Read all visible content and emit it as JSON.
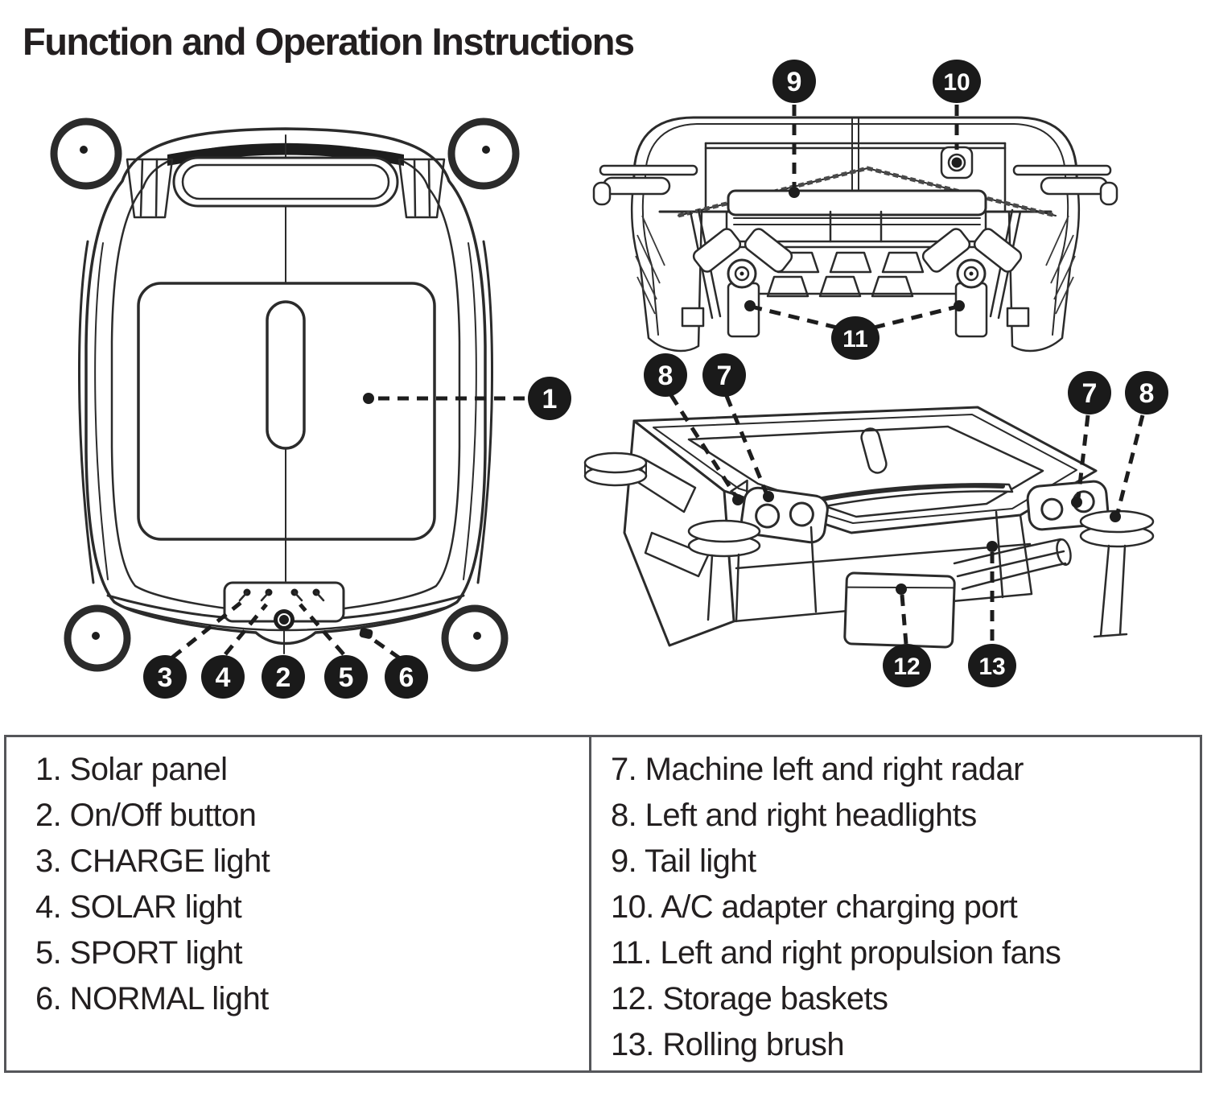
{
  "title": "Function and Operation Instructions",
  "colors": {
    "ink": "#231f20",
    "badge_fill": "#1a1a1a",
    "badge_number": "#ffffff",
    "table_border": "#55565a",
    "background": "#ffffff"
  },
  "callouts": {
    "n1": "1",
    "n2": "2",
    "n3": "3",
    "n4": "4",
    "n5": "5",
    "n6": "6",
    "n7": "7",
    "n8": "8",
    "n9": "9",
    "n10": "10",
    "n11": "11",
    "n12": "12",
    "n13": "13"
  },
  "legend": {
    "left": [
      "1. Solar panel",
      "2. On/Off button",
      "3. CHARGE light",
      "4. SOLAR light",
      "5. SPORT light",
      "6. NORMAL light"
    ],
    "right": [
      "7. Machine left and right radar",
      "8. Left and right headlights",
      "9. Tail light",
      "10. A/C adapter charging port",
      "11. Left and right propulsion fans",
      "12. Storage baskets",
      "13. Rolling brush"
    ]
  }
}
